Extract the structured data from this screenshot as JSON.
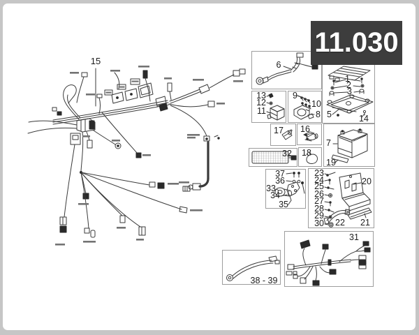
{
  "page": {
    "code": "11.030"
  },
  "colors": {
    "code_box_bg": "#3d3d3d",
    "code_box_text": "#ffffff",
    "line": "#3a3a3a",
    "frame": "#c6c6c6",
    "panel_border": "#9d9d9d"
  },
  "main": {
    "n15": "15"
  },
  "b6": {
    "n6": "6"
  },
  "ecu": {
    "n1": "1",
    "n2": "2",
    "n3": "3",
    "n5": "5",
    "n14": "14"
  },
  "relay": {
    "n13": "13",
    "n12": "12",
    "n11": "11"
  },
  "coil": {
    "n9": "9",
    "n10": "10",
    "n8": "8"
  },
  "p17": {
    "n17": "17"
  },
  "p16": {
    "n16": "16"
  },
  "mat": {
    "n32": "32"
  },
  "clip": {
    "n18": "18"
  },
  "battery": {
    "n7": "7",
    "n19": "19"
  },
  "horn": {
    "n37": "37",
    "n36": "36",
    "n33": "33",
    "n34": "34",
    "n35": "35"
  },
  "tray": {
    "n23": "23",
    "n24": "24",
    "n25": "25",
    "n26": "26",
    "n27": "27",
    "n28": "28",
    "n29": "29",
    "n30": "30",
    "n20": "20",
    "n22": "22",
    "n21": "21"
  },
  "c3839": {
    "label": "38 - 39"
  },
  "h31": {
    "n31": "31"
  }
}
